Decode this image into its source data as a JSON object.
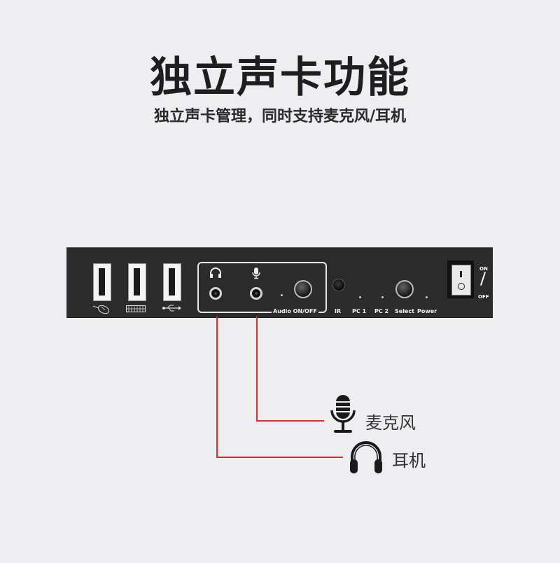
{
  "title": "独立声卡功能",
  "subtitle": "独立声卡管理，同时支持麦克风/耳机",
  "panel": {
    "audio_label": "Audio ON/OFF",
    "ir_label": "IR",
    "pc1_label": "PC 1",
    "pc2_label": "PC 2",
    "select_label": "Select",
    "power_label": "Power",
    "on_label": "ON",
    "off_label": "OFF"
  },
  "legend": {
    "microphone": "麦克风",
    "headphones": "耳机"
  },
  "colors": {
    "background": "#eeeef0",
    "panel": "#2b2b2b",
    "wire": "#e32b2b"
  }
}
